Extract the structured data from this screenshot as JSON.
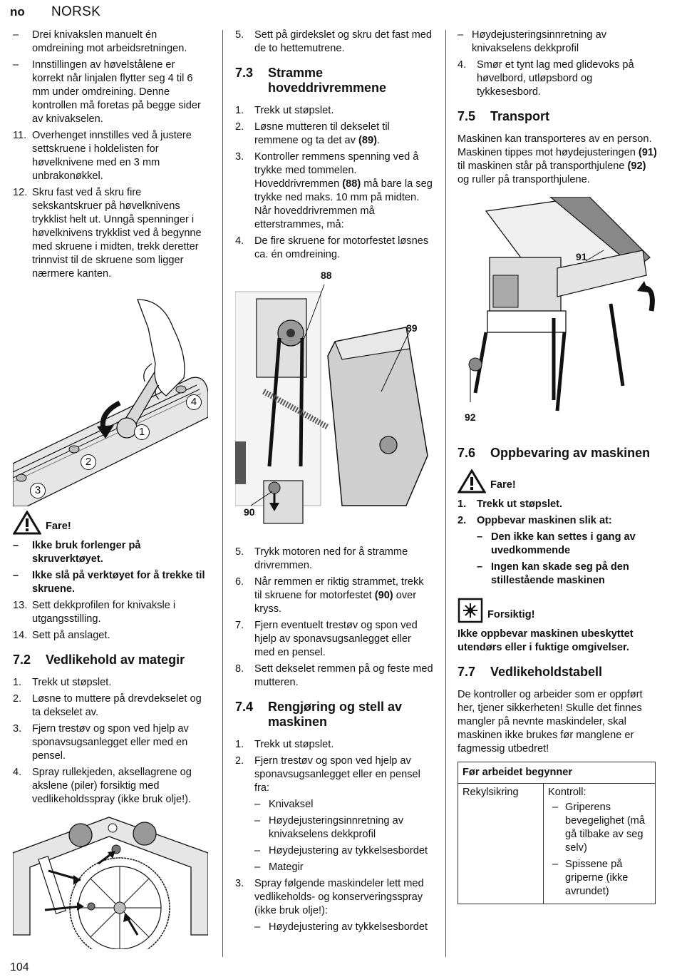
{
  "header": {
    "lang": "no",
    "title": "NORSK"
  },
  "page_number": "104",
  "col1": {
    "items_a": [
      {
        "mark": "–",
        "text": "Drei knivakslen manuelt én omdreining mot arbeidsretningen."
      },
      {
        "mark": "–",
        "text": "Innstillingen av høvelstålene er korrekt når linjalen flytter seg 4 til 6 mm under omdreining. Denne kontrollen må foretas på begge sider av knivakselen."
      },
      {
        "mark": "11.",
        "text": "Overhenget innstilles ved å justere settskruene i holdelisten for høvelknivene med en 3 mm unbrakonøkkel."
      },
      {
        "mark": "12.",
        "text": "Skru fast ved å skru fire sekskantskruer på høvelknivens trykklist helt ut. Unngå spenninger i høvelknivens trykklist ved å begynne med skruene i midten, trekk deretter trinnvist til de skruene som ligger nærmere kanten."
      }
    ],
    "fig1_labels": [
      "1",
      "2",
      "3",
      "4"
    ],
    "danger": "Fare!",
    "danger_items": [
      {
        "mark": "–",
        "text": "Ikke bruk forlenger på skruverktøyet."
      },
      {
        "mark": "–",
        "text": "Ikke slå på verktøyet for å trekke til skruene."
      }
    ],
    "items_b": [
      {
        "mark": "13.",
        "text": "Sett dekkprofilen for knivaksle i utgangsstilling."
      },
      {
        "mark": "14.",
        "text": "Sett på anslaget."
      }
    ],
    "h72": {
      "num": "7.2",
      "title": "Vedlikehold av mategir"
    },
    "items_c": [
      {
        "mark": "1.",
        "text": "Trekk ut støpslet."
      },
      {
        "mark": "2.",
        "text": "Løsne to muttere på drevdekselet og ta dekselet av."
      },
      {
        "mark": "3.",
        "text": "Fjern trestøv og spon ved hjelp av sponavsugsanlegget eller med en pensel."
      },
      {
        "mark": "4.",
        "text": "Spray rullekjeden, aksellagrene og akslene (piler) forsiktig med vedlikeholdsspray (ikke bruk olje!)."
      }
    ]
  },
  "col2": {
    "items_a": [
      {
        "mark": "5.",
        "text": "Sett på girdekslet og skru det fast med de to hettemutrene."
      }
    ],
    "h73": {
      "num": "7.3",
      "title": "Stramme hoveddrivremmene"
    },
    "h73_items": [
      {
        "mark": "1.",
        "text": "Trekk ut støpslet."
      },
      {
        "mark": "2.",
        "pre": "Løsne mutteren til dekselet til remmene og ta det av ",
        "ref": "(89)",
        "post": "."
      },
      {
        "mark": "3.",
        "pre": "Kontroller remmens spenning ved å trykke med tommelen. Hoveddrivremmen ",
        "ref": "(88)",
        "post": " må bare la seg trykke ned maks. 10 mm på midten. Når hoveddrivremmen må etterstrammes, må:"
      },
      {
        "mark": "4.",
        "pre": "De fire skruene for motorfestet løsnes ca. én omdreining.",
        "ref": "",
        "post": ""
      }
    ],
    "fig_labels": {
      "l88": "88",
      "l89": "89",
      "l90": "90"
    },
    "items_b": [
      {
        "mark": "5.",
        "pre": "Trykk motoren ned for å stramme drivremmen.",
        "ref": "",
        "post": ""
      },
      {
        "mark": "6.",
        "pre": "Når remmen er riktig strammet, trekk til skruene for motorfestet ",
        "ref": "(90)",
        "post": " over kryss."
      },
      {
        "mark": "7.",
        "pre": "Fjern eventuelt trestøv og spon ved hjelp av sponavsugsanlegget eller med en pensel.",
        "ref": "",
        "post": ""
      },
      {
        "mark": "8.",
        "pre": "Sett dekselet remmen på og feste med mutteren.",
        "ref": "",
        "post": ""
      }
    ],
    "h74": {
      "num": "7.4",
      "title": "Rengjøring og stell av maskinen"
    },
    "h74_items": [
      {
        "mark": "1.",
        "text": "Trekk ut støpslet."
      },
      {
        "mark": "2.",
        "text": "Fjern trestøv og spon ved hjelp av sponavsugsanlegget eller en pensel fra:"
      }
    ],
    "h74_sub1": [
      {
        "mark": "–",
        "text": "Knivaksel"
      },
      {
        "mark": "–",
        "text": "Høydejusteringsinnretning av knivakselens dekkprofil"
      },
      {
        "mark": "–",
        "text": "Høydejustering av tykkelsesbordet"
      },
      {
        "mark": "–",
        "text": "Mategir"
      }
    ],
    "h74_item3": {
      "mark": "3.",
      "text": "Spray følgende maskindeler lett med vedlikeholds- og konserveringsspray (ikke bruk olje!):"
    },
    "h74_sub2": [
      {
        "mark": "–",
        "text": "Høydejustering av tykkelsesbordet"
      }
    ]
  },
  "col3": {
    "sub_top": [
      {
        "mark": "–",
        "text": "Høydejusteringsinnretning av knivakselens dekkprofil"
      }
    ],
    "item4": {
      "mark": "4.",
      "text": "Smør et tynt lag med glidevoks på høvelbord, utløpsbord og tykkesesbord."
    },
    "h75": {
      "num": "7.5",
      "title": "Transport"
    },
    "h75_para": {
      "a": "Maskinen kan transporteres av en person. Maskinen tippes mot høydejusteringen ",
      "r1": "(91)",
      "b": " til maskinen står på transporthjulene ",
      "r2": "(92)",
      "c": " og ruller på transporthjulene."
    },
    "fig_labels": {
      "l91": "91",
      "l92": "92"
    },
    "h76": {
      "num": "7.6",
      "title": "Oppbevaring av maskinen"
    },
    "danger": "Fare!",
    "h76_items": [
      {
        "mark": "1.",
        "text": "Trekk ut støpslet."
      },
      {
        "mark": "2.",
        "text": "Oppbevar maskinen slik at:"
      }
    ],
    "h76_sub": [
      {
        "mark": "–",
        "text": "Den ikke kan settes i gang av uvedkommende"
      },
      {
        "mark": "–",
        "text": "Ingen kan skade seg på den stillestående maskinen"
      }
    ],
    "caution": "Forsiktig!",
    "caution_text": "Ikke oppbevar maskinen ubeskyttet utendørs eller i fuktige omgivelser.",
    "h77": {
      "num": "7.7",
      "title": "Vedlikeholdstabell"
    },
    "h77_para": "De kontroller og arbeider som er oppført her, tjener sikkerheten! Skulle det finnes mangler på nevnte maskindeler, skal maskinen ikke brukes før manglene er fagmessig utbedret!",
    "table": {
      "header": "Før arbeidet begynner",
      "row_label": "Rekylsikring",
      "row_title": "Kontroll:",
      "row_items": [
        {
          "mark": "–",
          "text": "Griperens bevegelighet (må gå tilbake av seg selv)"
        },
        {
          "mark": "–",
          "text": "Spissene på griperne (ikke avrundet)"
        }
      ]
    }
  }
}
